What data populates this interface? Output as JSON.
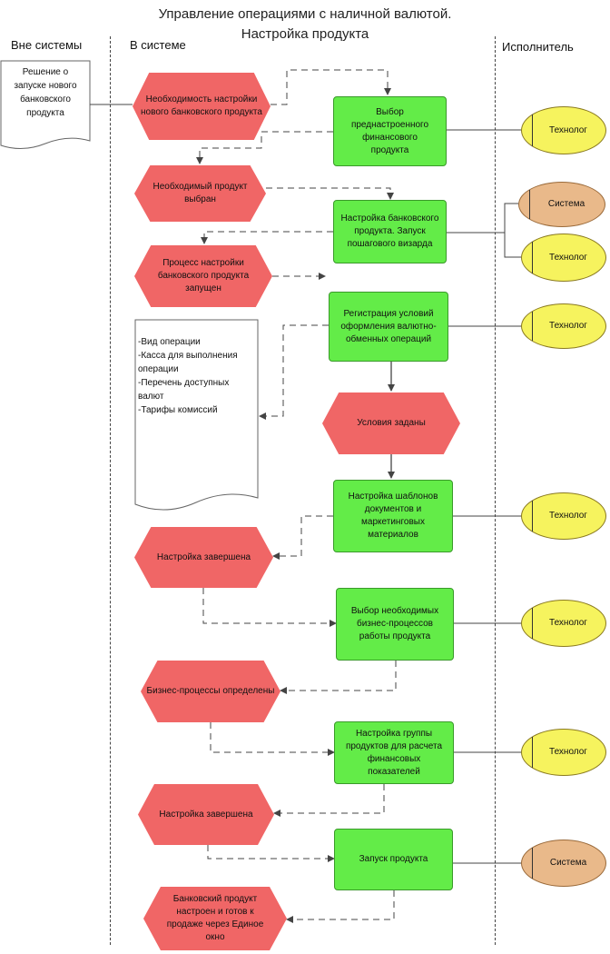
{
  "header": {
    "title_line1": "Управление операциями с наличной валютой.",
    "title_line2": "Настройка продукта"
  },
  "lanes": {
    "outside": "Вне системы",
    "inside": "В системе",
    "performer": "Исполнитель"
  },
  "documents": {
    "decision": "Решение о запуске нового банковского продукта",
    "params": [
      "-Вид операции",
      "-Касса для выполнения операции",
      "-Перечень доступных валют",
      "-Тарифы комиссий"
    ]
  },
  "events": {
    "e1": "Необходимость настройки нового банковского продукта",
    "e2": "Необходимый продукт выбран",
    "e3": "Процесс настройки банковского продукта запущен",
    "e4": "Условия заданы",
    "e5": "Настройка завершена",
    "e6": "Бизнес-процессы определены",
    "e7": "Настройка завершена",
    "e8": "Банковский продукт настроен и готов к продаже через Единое окно"
  },
  "functions": {
    "f1": "Выбор преднастроенного финансового продукта",
    "f2": "Настройка банковского продукта. Запуск пошагового визарда",
    "f3": "Регистрация условий оформления валютно-обменных операций",
    "f4": "Настройка шаблонов документов и маркетинговых материалов",
    "f5": "Выбор необходимых бизнес-процессов работы продукта",
    "f6": "Настройка группы продуктов для расчета финансовых показателей",
    "f7": "Запуск продукта"
  },
  "roles": {
    "r1": "Технолог",
    "r2a": "Система",
    "r2b": "Технолог",
    "r3": "Технолог",
    "r4": "Технолог",
    "r5": "Технолог",
    "r6": "Технолог",
    "r7": "Система"
  },
  "colors": {
    "event": "#f06666",
    "function": "#63ec48",
    "role_technologist": "#f6f35e",
    "role_system": "#e9b98a"
  }
}
